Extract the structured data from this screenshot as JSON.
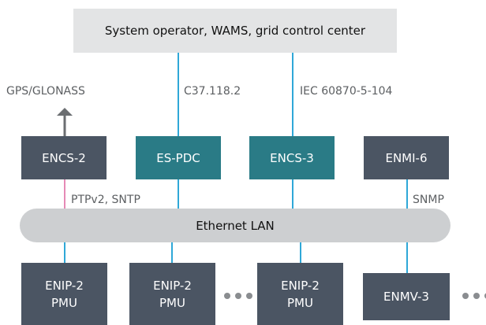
{
  "top_box": "System operator, WAMS, grid control center",
  "labels": {
    "gps": "GPS/GLONASS",
    "c37": "C37.118.2",
    "iec": "IEC 60870-5-104",
    "ptp": "PTPv2, SNTP",
    "snmp": "SNMP"
  },
  "mid_nodes": [
    "ENCS-2",
    "ES-PDC",
    "ENCS-3",
    "ENMI-6"
  ],
  "bus": "Ethernet LAN",
  "bottom_nodes": [
    {
      "line1": "ENIP-2",
      "line2": "PMU"
    },
    {
      "line1": "ENIP-2",
      "line2": "PMU"
    },
    {
      "line1": "ENIP-2",
      "line2": "PMU"
    },
    {
      "line1": "ENMV-3"
    }
  ],
  "colors": {
    "dark_node": "#4b5563",
    "teal_node": "#2a7b86",
    "link_line": "#2fa8d8",
    "ptp_line": "#e68ab6",
    "bus_fill": "#cdcfd1"
  }
}
